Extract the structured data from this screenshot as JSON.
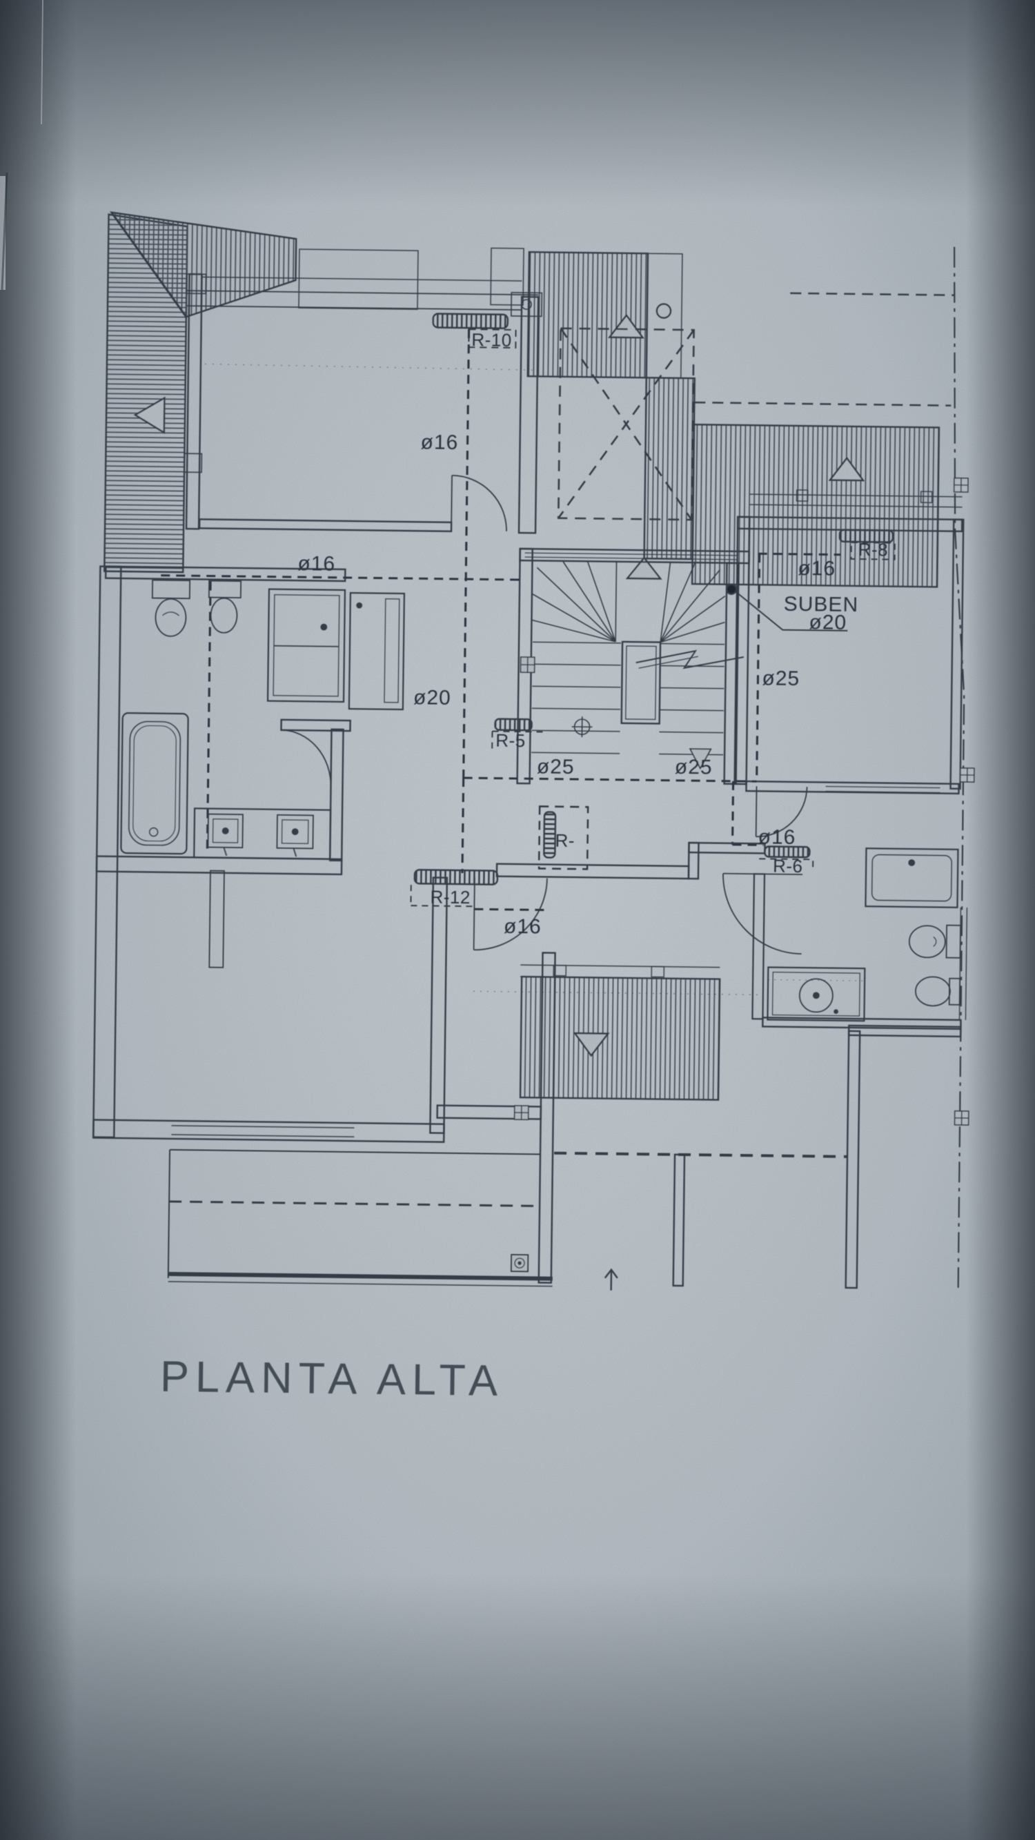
{
  "page": {
    "floor_title": "PLANTA ALTA"
  },
  "colors": {
    "ink": "#39404c",
    "paper": "#b9c1c8"
  },
  "plan": {
    "riser_note": {
      "word": "SUBEN",
      "size": "ø20"
    },
    "radiator_labels": {
      "r10": "R-10",
      "r8": "R-8",
      "r5": "R-5",
      "r6": "R-6",
      "r12": "R-12",
      "r_unknown": "R-"
    },
    "pipe_sizes": {
      "p16_bedroom1": "ø16",
      "p16_bath1": "ø16",
      "p20_hall": "ø20",
      "p25_hall_a": "ø25",
      "p25_hall_b": "ø25",
      "p25_riser": "ø25",
      "p16_bedroom2": "ø16",
      "p16_hall_south": "ø16",
      "p16_bath2": "ø16"
    }
  }
}
